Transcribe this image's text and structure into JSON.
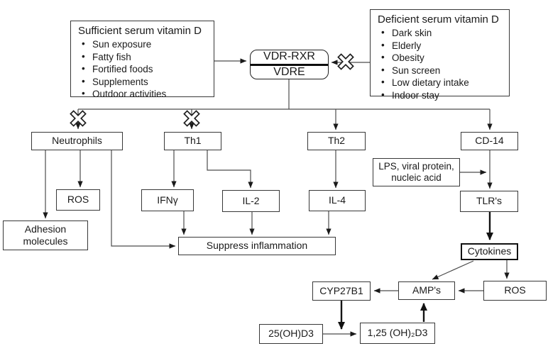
{
  "diagram": {
    "title": "Vitamin D signalling flowchart",
    "colors": {
      "line": "#4c4c4c",
      "thick_line": "#141414",
      "box_border": "#383838",
      "text": "#1a1a1a",
      "background": "#ffffff"
    },
    "boxes": {
      "sufficient": {
        "title": "Sufficient serum vitamin D",
        "items": [
          "Sun exposure",
          "Fatty fish",
          "Fortified foods",
          "Supplements",
          "Outdoor activities"
        ]
      },
      "deficient": {
        "title": "Deficient serum vitamin D",
        "items": [
          "Dark skin",
          "Elderly",
          "Obesity",
          "Sun screen",
          "Low dietary intake",
          "Indoor stay"
        ]
      },
      "vdr_rxr": {
        "top": "VDR-RXR",
        "bottom": "VDRE"
      },
      "neutrophils": "Neutrophils",
      "th1": "Th1",
      "th2": "Th2",
      "cd14": "CD-14",
      "lps": "LPS, viral protein,\nnucleic acid",
      "ros_left": "ROS",
      "adhesion": "Adhesion\nmolecules",
      "ifng": "IFNγ",
      "il2": "IL-2",
      "il4": "IL-4",
      "tlrs": "TLR's",
      "suppress": "Suppress inflammation",
      "cytokines": "Cytokines",
      "cyp27b1": "CYP27B1",
      "amps": "AMP's",
      "ros_right": "ROS",
      "d25": "25(OH)D3",
      "d125": "1,25 (OH)₂D3"
    },
    "blocked_paths": [
      "deficient-to-vdr",
      "vdr-to-neutrophils",
      "vdr-to-th1"
    ]
  }
}
